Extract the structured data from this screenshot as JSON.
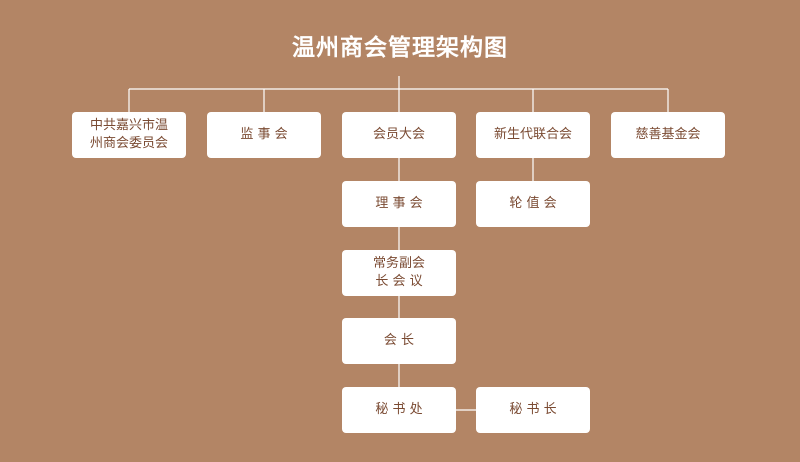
{
  "title": "温州商会管理架构图",
  "nodes": {
    "party_committee": "中共嘉兴市温\n州商会委员会",
    "supervisory_board": "监 事 会",
    "general_assembly": "会员大会",
    "new_gen_association": "新生代联合会",
    "charity_fund": "慈善基金会",
    "council": "理 事 会",
    "rotating_board": "轮 值 会",
    "executive_vice_president_meeting": "常务副会\n长 会 议",
    "president": "会   长",
    "secretariat": "秘 书 处",
    "secretary_general": "秘 书 长"
  }
}
